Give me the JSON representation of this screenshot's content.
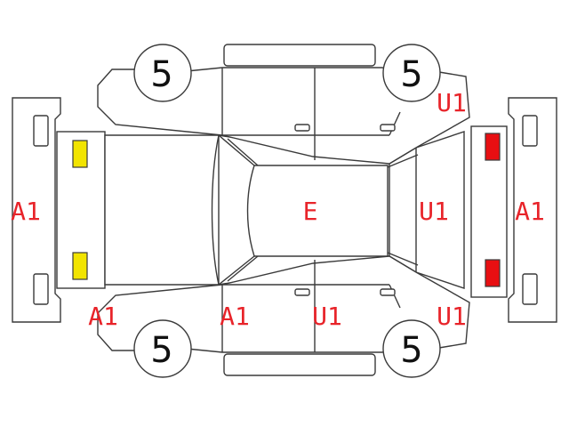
{
  "colors": {
    "code": "#e8242a",
    "front_lamp": "#f2e400",
    "rear_lamp": "#e80f12",
    "outline": "#3a3a3a"
  },
  "tires": {
    "front_left": "5",
    "rear_left": "5",
    "front_right": "5",
    "rear_right": "5"
  },
  "codes": {
    "front_bumper": "A1",
    "rear_bumper": "A1",
    "roof": "E",
    "rear_glass": "U1",
    "right_front_fender": "A1",
    "right_front_door": "A1",
    "right_rear_door": "U1",
    "right_rear_fender": "U1",
    "left_rear_fender": "U1"
  }
}
